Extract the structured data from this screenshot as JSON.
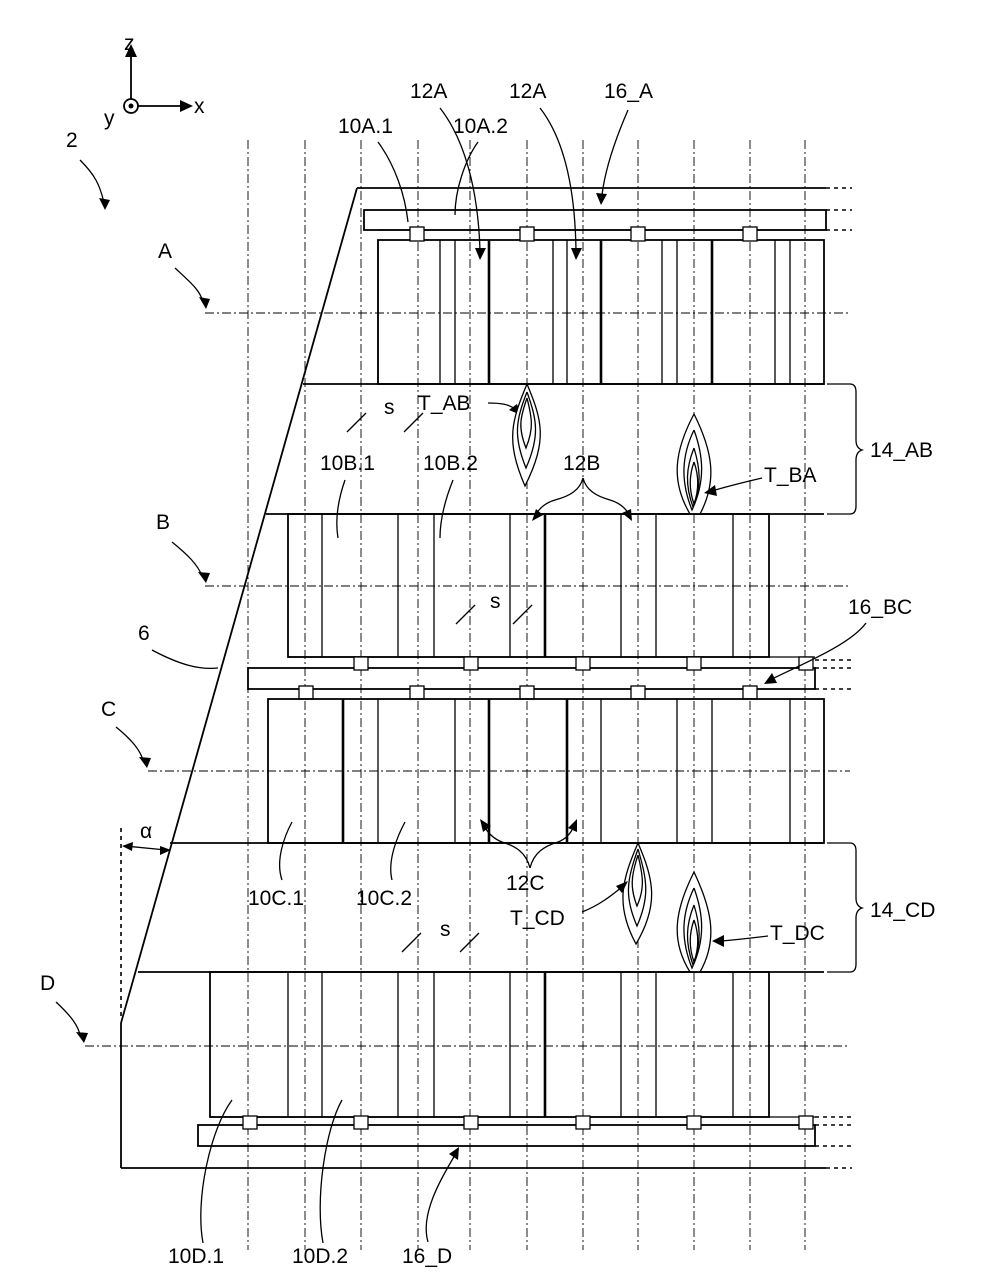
{
  "figure": {
    "axes": {
      "z": "z",
      "x": "x",
      "y": "y"
    },
    "ref_numeral": "2",
    "tiers": [
      "A",
      "B",
      "C",
      "D"
    ],
    "wall": "6",
    "angle": "α",
    "spacing": "s",
    "labels": {
      "l10A1": "10A.1",
      "l10A2": "10A.2",
      "l12A_1": "12A",
      "l12A_2": "12A",
      "l16A": "16_A",
      "l10B1": "10B.1",
      "l10B2": "10B.2",
      "l12B": "12B",
      "l14AB": "14_AB",
      "lTAB": "T_AB",
      "lTBA": "T_BA",
      "l16BC": "16_BC",
      "l10C1": "10C.1",
      "l10C2": "10C.2",
      "l12C": "12C",
      "lTCD": "T_CD",
      "lTDC": "T_DC",
      "l14CD": "14_CD",
      "l10D1": "10D.1",
      "l10D2": "10D.2",
      "l16D": "16_D"
    }
  }
}
